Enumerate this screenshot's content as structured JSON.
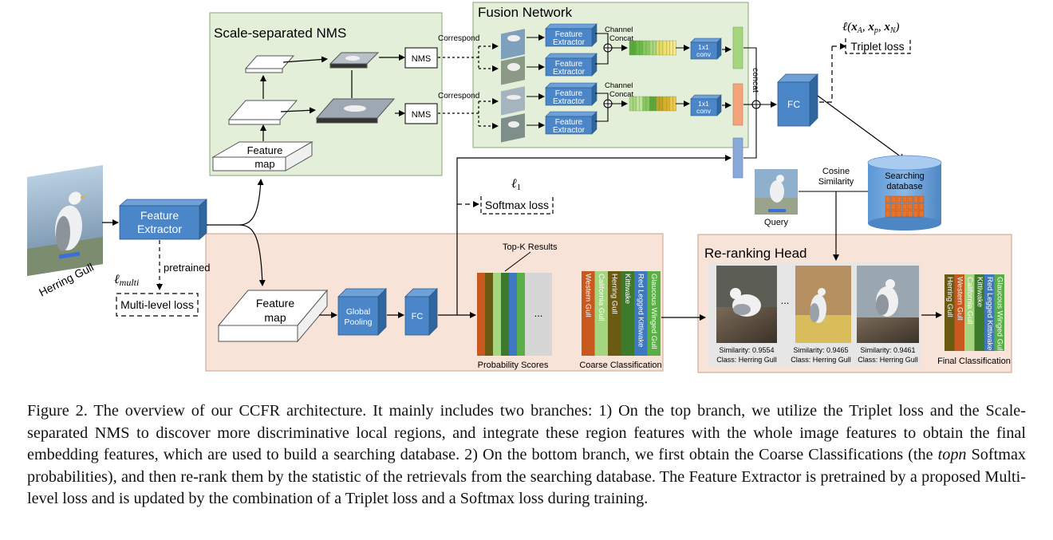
{
  "sections": {
    "nms_title": "Scale-separated NMS",
    "fusion_title": "Fusion Network",
    "rerank_title": "Re-ranking Head"
  },
  "labels": {
    "feature_extractor": [
      "Feature",
      "Extractor"
    ],
    "feature_map": [
      "Feature",
      "map"
    ],
    "nms": "NMS",
    "correspond": "Correspond",
    "channel_concat": [
      "Channel",
      "Concat"
    ],
    "conv": [
      "1x1",
      "conv"
    ],
    "concat": "concat",
    "fc": "FC",
    "global_pooling": [
      "Global",
      "Pooling"
    ],
    "triplet_formula": "ℓ(x_A, x_p, x_N)",
    "triplet_loss": "Triplet loss",
    "l1": "ℓ1",
    "softmax_loss": "Softmax loss",
    "l_multi": "ℓmulti",
    "pretrained": "pretrained",
    "multi_level_loss": "Multi-level loss",
    "herring_gull": "Herring Gull",
    "cosine_similarity": [
      "Cosine",
      "Similarity"
    ],
    "query": "Query",
    "searching_database": [
      "Searching",
      "database"
    ],
    "top_k_results": "Top-K Results",
    "probability_scores": "Probability Scores",
    "coarse_classification": "Coarse Classification",
    "final_classification": "Final Classification",
    "ellipsis": "..."
  },
  "coarse_classes": [
    "Western Gull",
    "California Gull",
    "Herring Gull",
    "Kittiwake",
    "Red Legged Kittiwake",
    "Glaucous Winged Gull"
  ],
  "final_classes": [
    "Herring Gull",
    "Western Gull",
    "California Gull",
    "Kittiwake",
    "Red Legged Kittiwake",
    "Glaucous Winged Gull"
  ],
  "retrievals": [
    {
      "similarity": "Similarity: 0.9554",
      "class": "Class: Herring Gull"
    },
    {
      "similarity": "Similarity: 0.9465",
      "class": "Class: Herring Gull"
    },
    {
      "similarity": "Similarity: 0.9461",
      "class": "Class: Herring Gull"
    }
  ],
  "caption": {
    "part1": "Figure 2. The overview of our CCFR architecture. It mainly includes two branches: 1) On the top branch, we utilize the Triplet loss and the Scale-separated NMS to discover more discriminative local regions, and integrate these region features with the whole image features to obtain the final embedding features, which are used to build a searching database. 2) On the bottom branch, we first obtain the Coarse Classifications (the ",
    "em": "topn",
    "part2": " Softmax probabilities), and then re-rank them by the statistic of the retrievals from the searching database. The Feature Extractor is pretrained by a proposed Multi-level loss and is updated by the combination of a Triplet loss and a Softmax loss during training."
  },
  "colors": {
    "nms_panel": "#e3efd8",
    "fusion_panel": "#e3efd8",
    "bottom_panel": "#f8e3d8",
    "rerank_inner": "#e6e6e6",
    "box_blue": "#4a86c8",
    "bar_orange": "#c8581e",
    "bar_olive": "#6b5a12",
    "bar_lightgreen": "#a5d57f",
    "bar_darkgreen": "#3e7a2b",
    "bar_blue": "#3d78c0",
    "bar_green": "#5ab046",
    "bar_gray": "#d6d6d6"
  }
}
